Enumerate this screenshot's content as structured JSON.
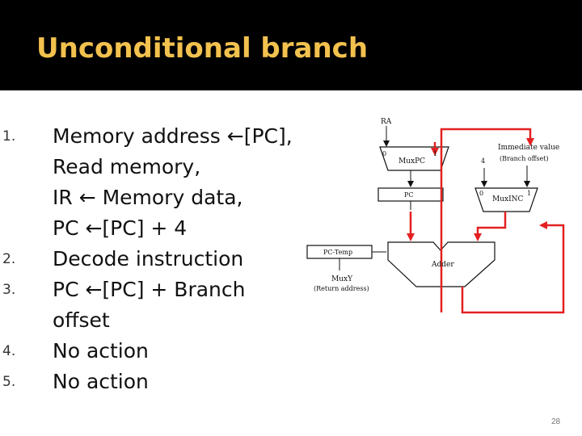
{
  "slide": {
    "title": "Unconditional branch",
    "page_number": "28",
    "colors": {
      "title": "#f2c14e",
      "title_bar": "#000000",
      "wire": "#e32020"
    }
  },
  "steps": [
    {
      "number": "1.",
      "lines": [
        "Memory address ←[PC],",
        "Read memory,",
        "IR ← Memory data,",
        "PC ←[PC] + 4"
      ]
    },
    {
      "number": "2.",
      "lines": [
        "Decode instruction"
      ]
    },
    {
      "number": "3.",
      "lines": [
        "PC ←[PC] + Branch",
        "offset"
      ]
    },
    {
      "number": "4.",
      "lines": [
        "No action"
      ]
    },
    {
      "number": "5.",
      "lines": [
        "No action"
      ]
    }
  ],
  "diagram": {
    "ra": "RA",
    "muxpc": "MuxPC",
    "muxpc_in0": "0",
    "muxpc_in1": "1",
    "pc": "PC",
    "pc_temp": "PC-Temp",
    "muxy": "MuxY",
    "return_address": "(Return address)",
    "adder": "Adder",
    "immediate_value": "Immediate value",
    "branch_offset": "(Branch offset)",
    "four": "4",
    "muxinc": "MuxINC",
    "muxinc_in0": "0",
    "muxinc_in1": "1"
  }
}
